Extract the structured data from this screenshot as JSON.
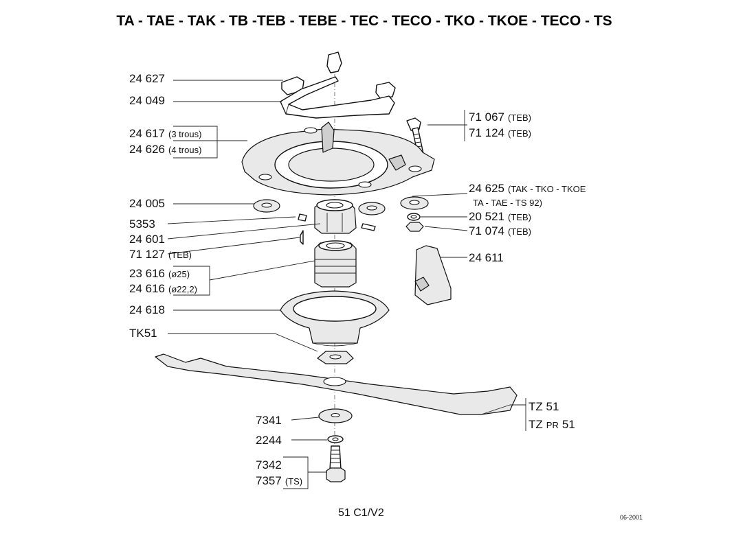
{
  "title": "TA - TAE - TAK - TB -TEB - TEBE - TEC - TECO - TKO - TKOE - TECO - TS",
  "labels": {
    "l24627": "24 627",
    "l24049": "24 049",
    "l24617": "24 617",
    "l24617_note": "(3 trous)",
    "l24626": "24 626",
    "l24626_note": "(4 trous)",
    "l24005": "24 005",
    "l5353": "5353",
    "l24601": "24 601",
    "l71127": "71 127",
    "l71127_note": "(TEB)",
    "l23616": "23 616",
    "l23616_note": "(ø25)",
    "l24616": "24 616",
    "l24616_note": "(ø22,2)",
    "l24618": "24 618",
    "lTK51": "TK51",
    "l7341": "7341",
    "l2244": "2244",
    "l7342": "7342",
    "l7357": "7357",
    "l7357_note": "(TS)",
    "l71067": "71 067",
    "l71067_note": "(TEB)",
    "l71124": "71 124",
    "l71124_note": "(TEB)",
    "l24625": "24 625",
    "l24625_note": "(TAK - TKO - TKOE",
    "l24625_note2": "TA - TAE - TS 92)",
    "l20521": "20 521",
    "l20521_note": "(TEB)",
    "l71074": "71 074",
    "l71074_note": "(TEB)",
    "l24611": "24 611",
    "lTZ51": "TZ 51",
    "lTZPR": "TZ",
    "lTZPR_mid": "PR",
    "lTZPR_end": "51"
  },
  "footer": "51 C1/V2",
  "date": "06-2001"
}
